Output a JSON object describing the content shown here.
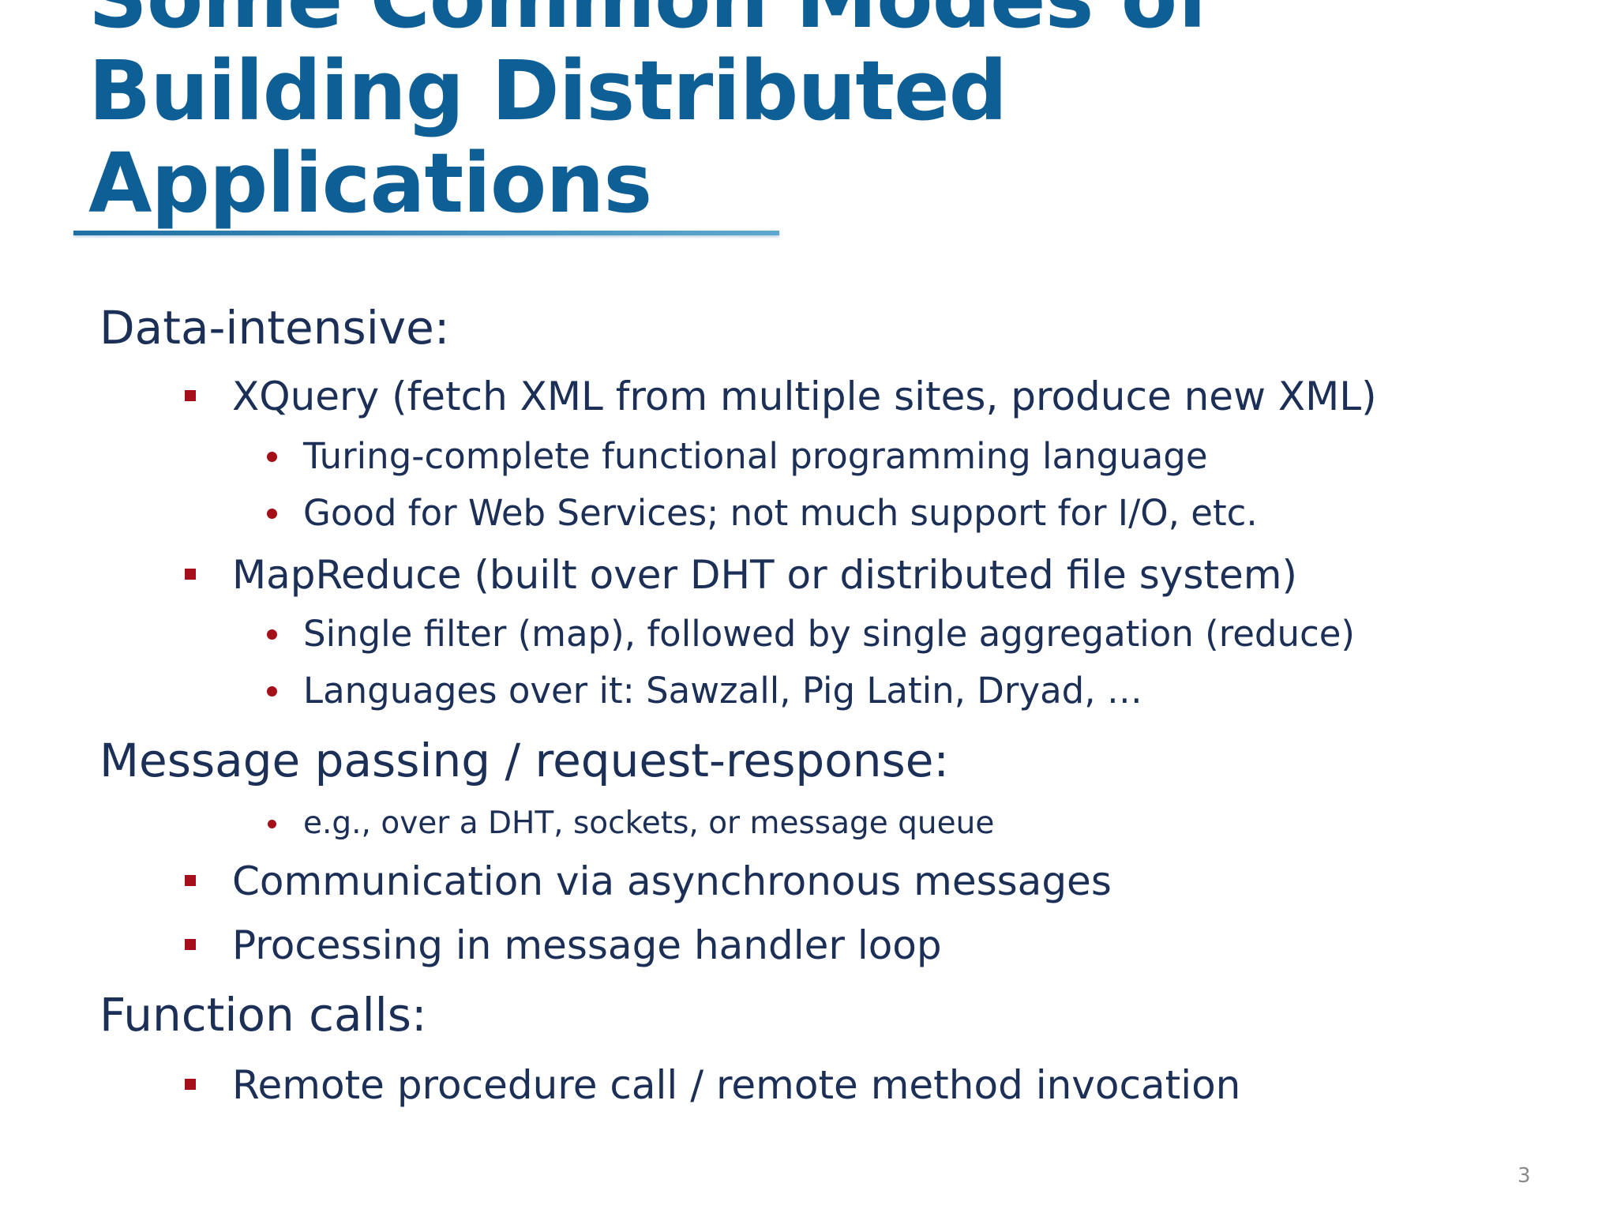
{
  "title": {
    "line1": "Some Common Modes of",
    "line2": "Building Distributed",
    "line3": "Applications"
  },
  "sections": {
    "data_intensive": {
      "heading": "Data-intensive:",
      "xquery": "XQuery (fetch XML from multiple sites, produce new XML)",
      "xquery_sub1": "Turing-complete functional programming language",
      "xquery_sub2": "Good for Web Services; not much support for I/O, etc.",
      "mapreduce": "MapReduce (built over DHT or distributed file system)",
      "mapreduce_sub1": "Single filter (map), followed by single aggregation (reduce)",
      "mapreduce_sub2": "Languages over it:  Sawzall, Pig Latin, Dryad, …"
    },
    "message_passing": {
      "heading": "Message passing / request-response:",
      "sub1": "e.g., over a DHT, sockets, or message queue",
      "item1": "Communication via asynchronous messages",
      "item2": "Processing in message handler loop"
    },
    "function_calls": {
      "heading": "Function calls:",
      "item1": "Remote procedure call / remote method invocation"
    }
  },
  "page_number": "3",
  "colors": {
    "title": "#0e5f96",
    "text": "#1b2f57",
    "bullet": "#a50f1a"
  }
}
